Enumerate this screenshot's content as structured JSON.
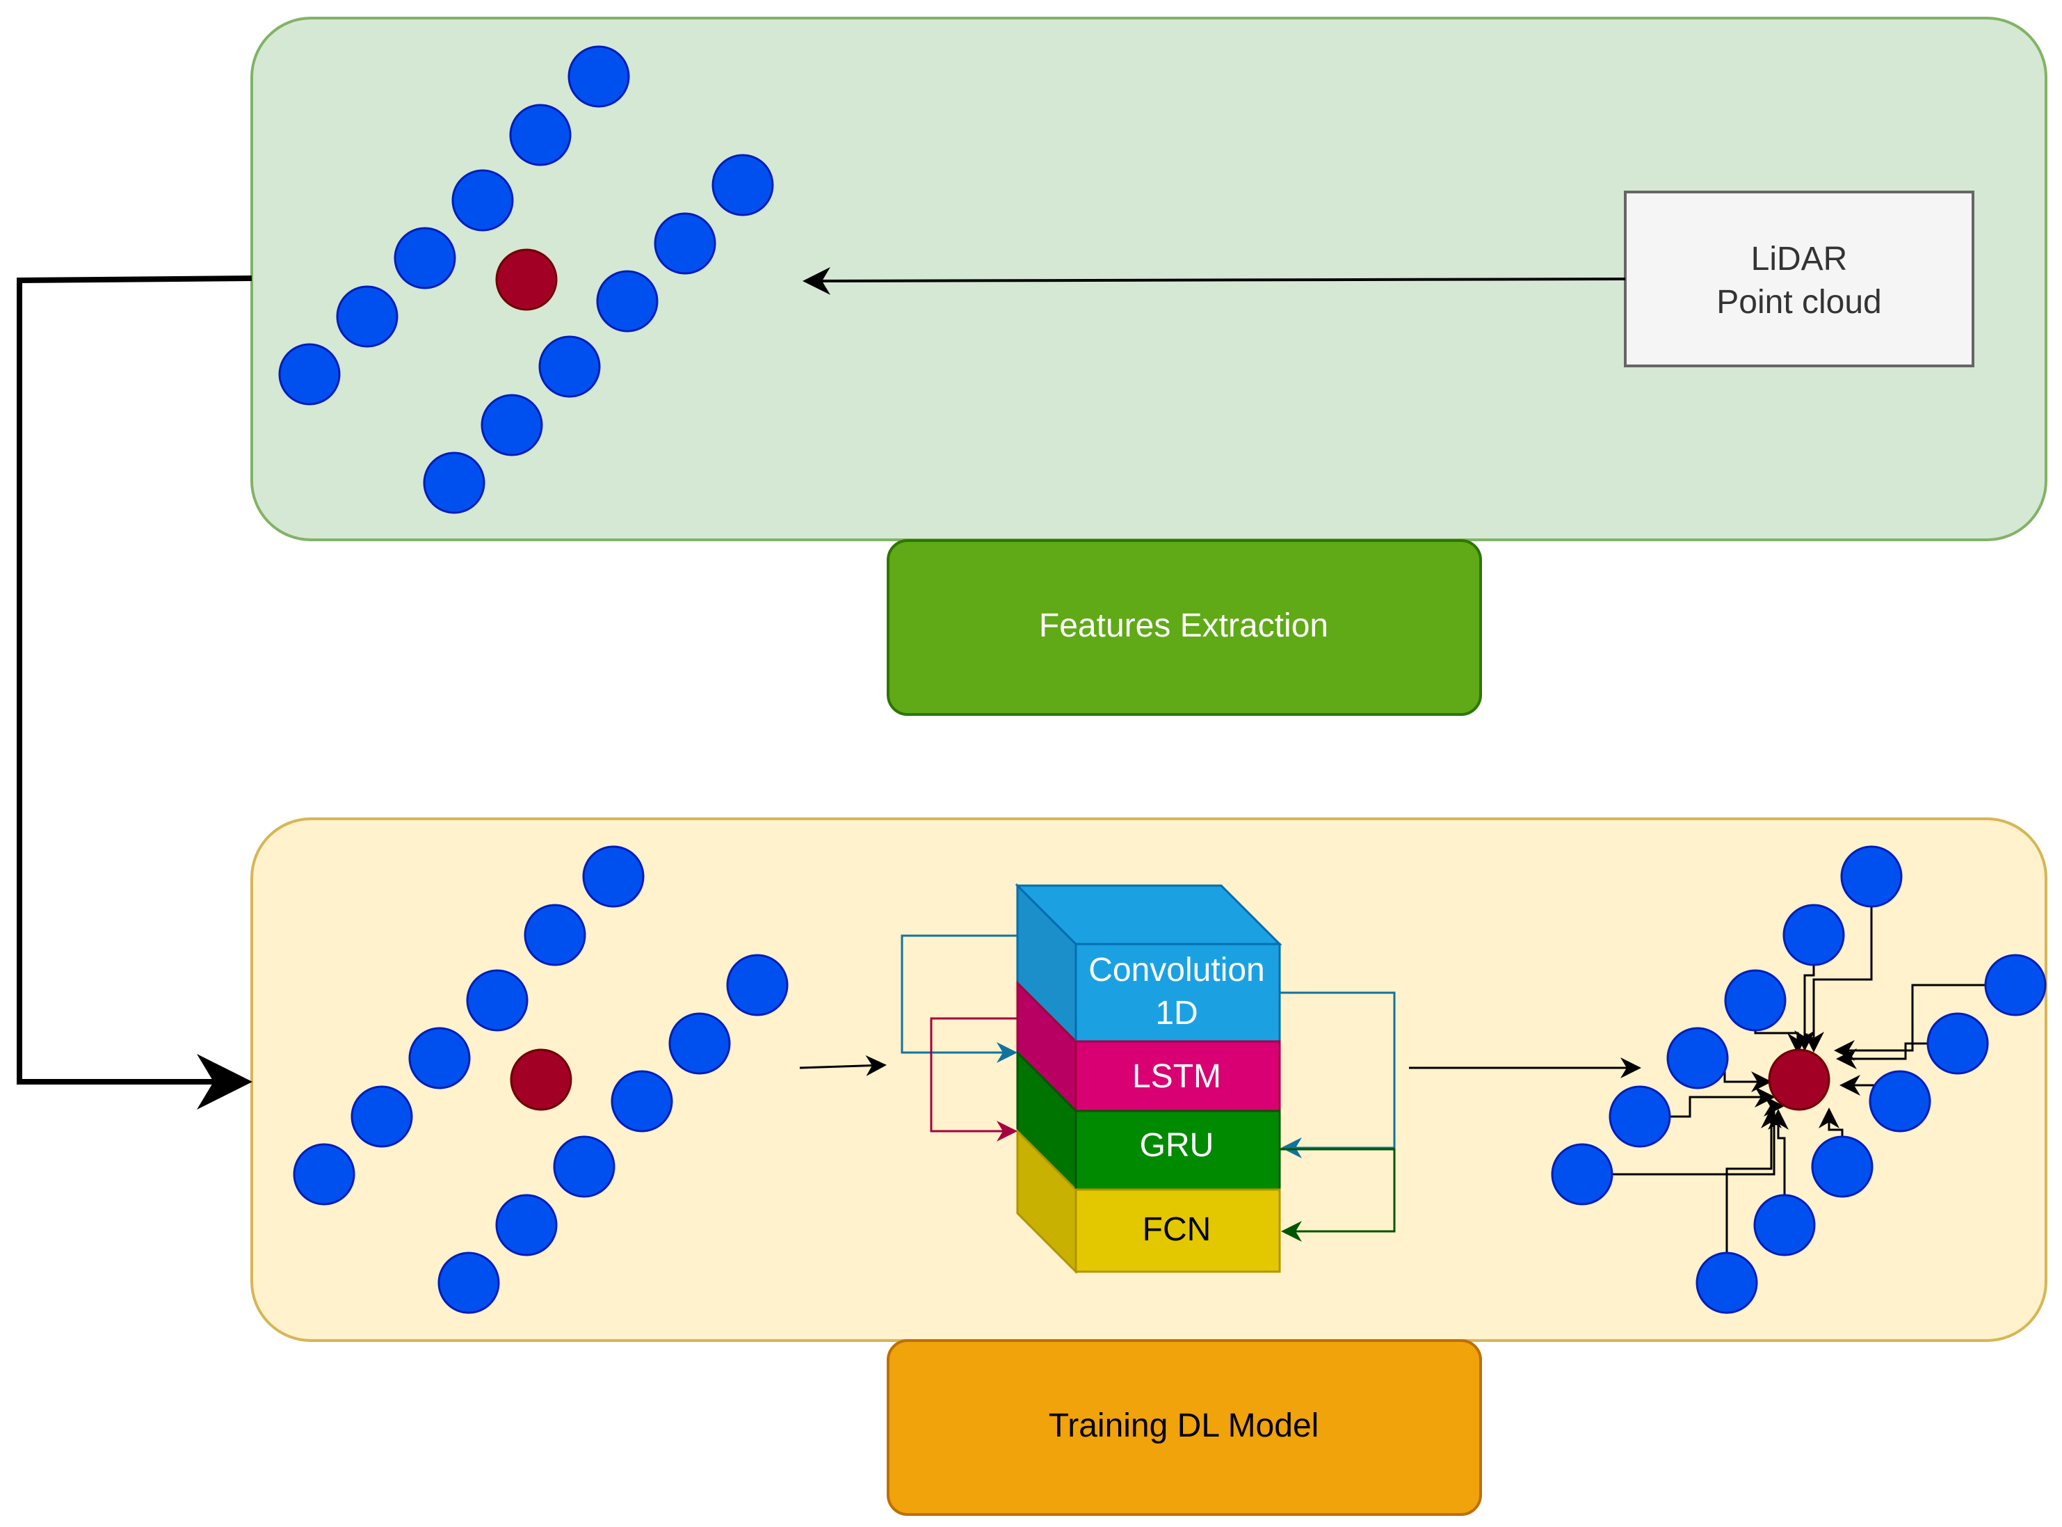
{
  "lidar": {
    "line1": "LiDAR",
    "line2": "Point cloud"
  },
  "features_label": "Features Extraction",
  "training_label": "Training DL Model",
  "model": {
    "conv_line1": "Convolution",
    "conv_line2": "1D",
    "lstm": "LSTM",
    "gru": "GRU",
    "fcn": "FCN"
  },
  "colors": {
    "top_panel": "#d5e8d4",
    "top_panel_border": "#82b366",
    "bottom_panel": "#fff2cc",
    "bottom_panel_border": "#d6b656",
    "features_box": "#60a917",
    "training_box": "#f0a30a",
    "point": "#0050ef",
    "center_point": "#a20025",
    "conv": "#1ba1e2",
    "lstm": "#d80073",
    "gru": "#008a00",
    "fcn": "#e3c800"
  }
}
